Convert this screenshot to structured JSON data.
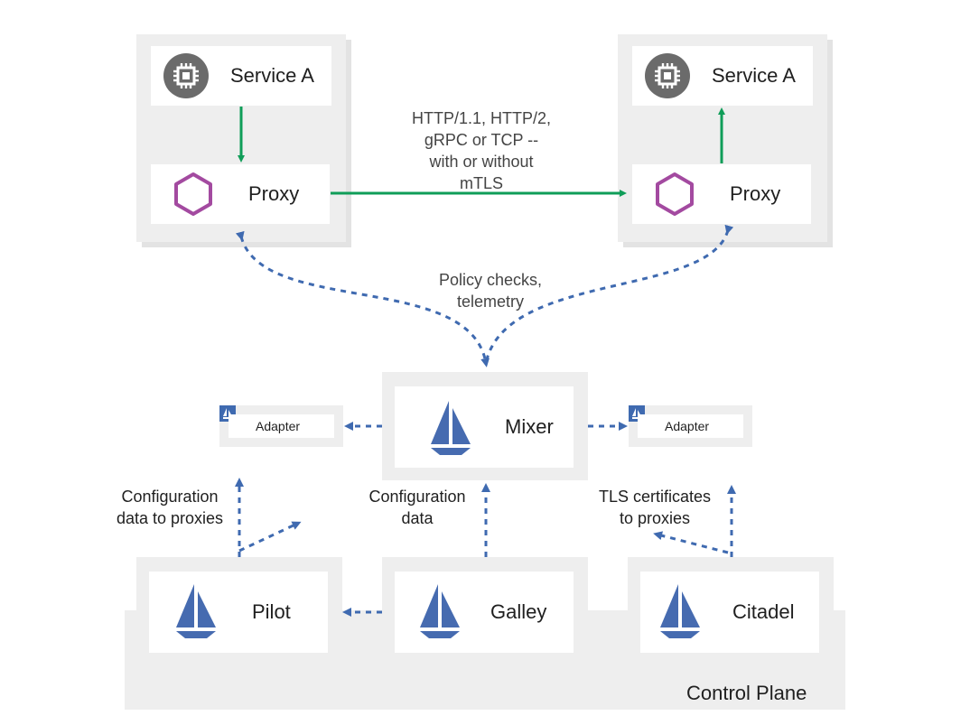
{
  "service_left": {
    "name": "Service A",
    "proxy": "Proxy"
  },
  "service_right": {
    "name": "Service A",
    "proxy": "Proxy"
  },
  "protocols_note": [
    "HTTP/1.1, HTTP/2,",
    "gRPC or TCP --",
    "with or without",
    "mTLS"
  ],
  "policy_note": [
    "Policy checks,",
    "telemetry"
  ],
  "mixer": {
    "name": "Mixer"
  },
  "adapter_left": {
    "name": "Adapter"
  },
  "adapter_right": {
    "name": "Adapter"
  },
  "config_proxies_note": [
    "Configuration",
    "data to proxies"
  ],
  "config_data_note": [
    "Configuration",
    "data"
  ],
  "tls_note": [
    "TLS certificates",
    "to proxies"
  ],
  "pilot": {
    "name": "Pilot"
  },
  "galley": {
    "name": "Galley"
  },
  "citadel": {
    "name": "Citadel"
  },
  "control_plane": {
    "label": "Control Plane"
  },
  "colors": {
    "green": "#0f9d58",
    "blue": "#3f6ab0",
    "purple": "#a34aa0",
    "chip_bg": "#6b6b6b",
    "panel": "#eeeeee"
  }
}
